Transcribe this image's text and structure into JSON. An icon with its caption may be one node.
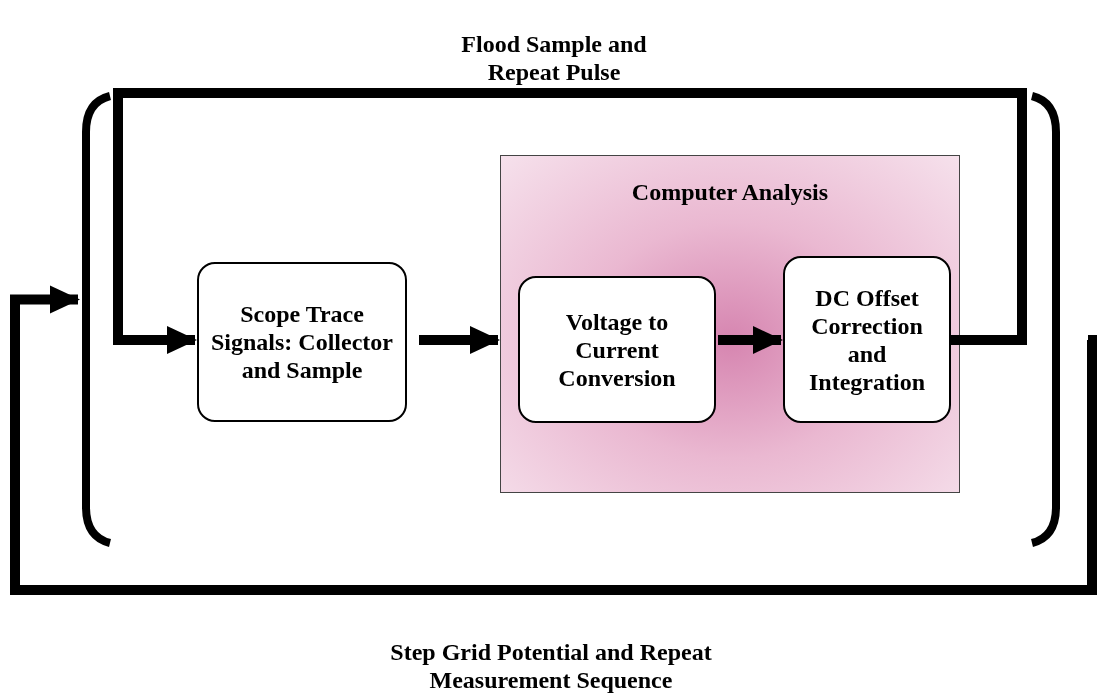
{
  "diagram": {
    "nodes": [
      {
        "text": [
          "Scope Trace Signals: Collector and Sample"
        ]
      },
      {
        "text": [
          "Computer Analysis"
        ]
      },
      {
        "text": [
          "Voltage to Current Conversion"
        ],
        "in": 1
      },
      {
        "text": [
          "DC Offset Correction and Integration"
        ],
        "in": 1
      },
      {
        "text": [],
        "shape": "bracket"
      },
      {
        "text": [],
        "shape": "bracket"
      }
    ],
    "edges": [
      {
        "from": 0,
        "to": 1,
        "arrow": "to"
      },
      {
        "from": 2,
        "to": 3,
        "arrow": "to"
      },
      {
        "from": 3,
        "to": 0,
        "arrow": "to",
        "label": "Flood Sample and Repeat Pulse"
      },
      {
        "from": null,
        "to": 4,
        "arrow": "to",
        "label": "Step Grid Potential and Repeat Measurement Sequence"
      }
    ]
  }
}
